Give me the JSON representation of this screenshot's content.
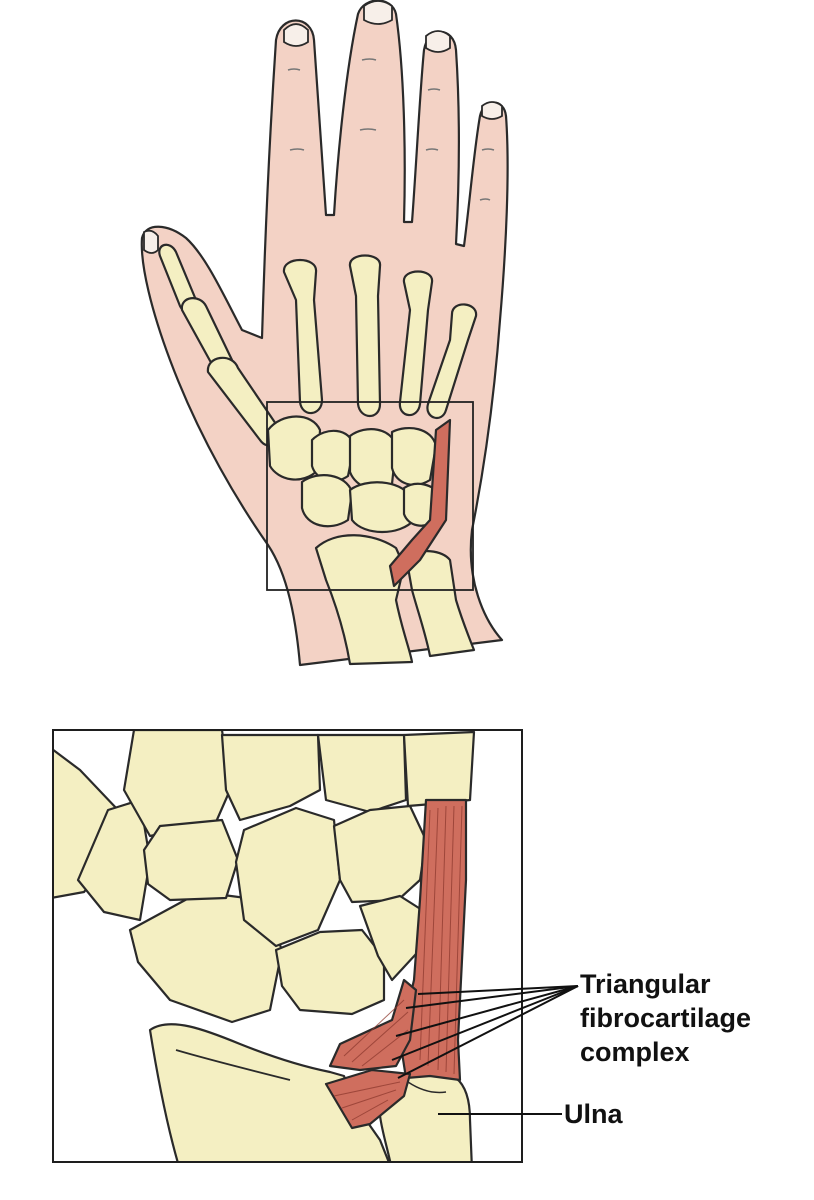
{
  "labels": {
    "tfcc_line1": "Triangular",
    "tfcc_line2": "fibrocartilage",
    "tfcc_line3": "complex",
    "ulna": "Ulna"
  },
  "colors": {
    "skin": "#f3d2c5",
    "bone": "#f4efc2",
    "ligament": "#cf6e5e",
    "outline": "#2a2a2a"
  }
}
